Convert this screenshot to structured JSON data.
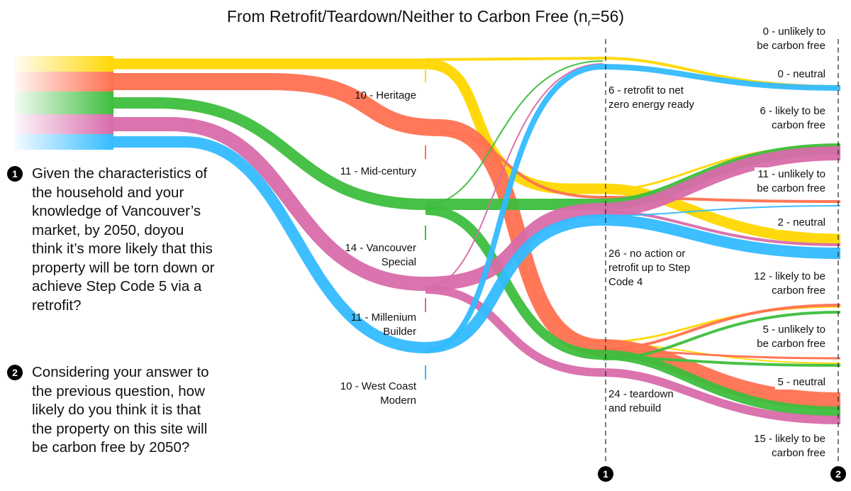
{
  "title": {
    "main": "From Retrofit/Teardown/Neither to Carbon Free (n",
    "sub": "r",
    "tail": "=56)"
  },
  "questions": [
    {
      "num": "1",
      "text": "Given the characteristics of the household and your knowledge of Vancouver’s market, by 2050, doyou think it’s more likely that this property will be torn down or achieve Step Code 5 via a retrofit?"
    },
    {
      "num": "2",
      "text": "Considering your answer to the previous question, how likely do you think it is that the property on this site will be carbon free by 2050?"
    }
  ],
  "categories": [
    {
      "label1": "10 - Heritage",
      "label2": "",
      "color": "#FFD700"
    },
    {
      "label1": "11 - Mid-century",
      "label2": "",
      "color": "#FF7150"
    },
    {
      "label1": "14 - Vancouver",
      "label2": "Special",
      "color": "#3DBE3D"
    },
    {
      "label1": "11 - Millenium",
      "label2": "Builder",
      "color": "#D86BAA"
    },
    {
      "label1": "10 - West Coast",
      "label2": "Modern",
      "color": "#33BBFF"
    }
  ],
  "decisions": [
    {
      "label1": "6 - retrofit to net",
      "label2": "zero energy ready",
      "label3": ""
    },
    {
      "label1": "26 - no action or",
      "label2": "retrofit up to Step",
      "label3": "Code 4"
    },
    {
      "label1": "24 - teardown",
      "label2": "and rebuild",
      "label3": ""
    }
  ],
  "outcomes": [
    {
      "label1": "0 - unlikely to",
      "label2": "be carbon free"
    },
    {
      "label1": "0 - neutral",
      "label2": ""
    },
    {
      "label1": "6 - likely to be",
      "label2": "carbon free"
    },
    {
      "label1": "11 - unlikely to",
      "label2": "be carbon free"
    },
    {
      "label1": "2 - neutral",
      "label2": ""
    },
    {
      "label1": "12 - likely to be",
      "label2": "carbon free"
    },
    {
      "label1": "5 - unlikely to",
      "label2": "be carbon free"
    },
    {
      "label1": "5 - neutral",
      "label2": ""
    },
    {
      "label1": "15 - likely to be",
      "label2": "carbon free"
    }
  ],
  "axis_markers": [
    "1",
    "2"
  ]
}
